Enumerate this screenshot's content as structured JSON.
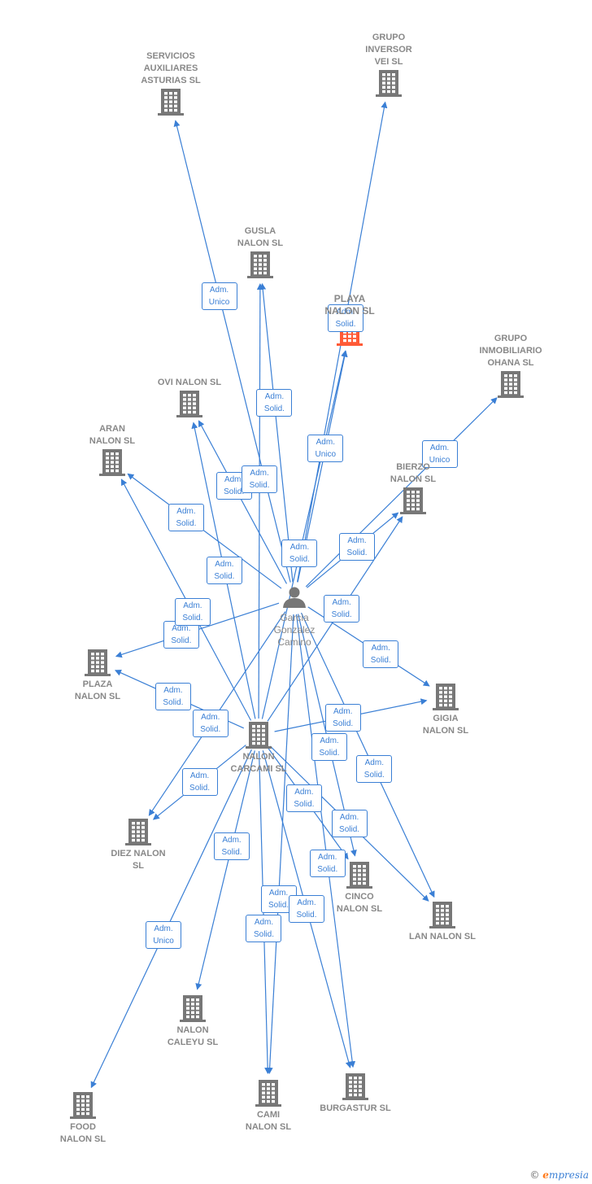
{
  "person": {
    "id": "garcia",
    "label": "Garcia\nGonzalez\nCamino"
  },
  "companies": [
    {
      "id": "servicios",
      "label": "SERVICIOS\nAUXILIARES\nASTURIAS  SL"
    },
    {
      "id": "grupo-inversor",
      "label": "GRUPO\nINVERSOR\nVEI  SL"
    },
    {
      "id": "gusla",
      "label": "GUSLA\nNALON  SL"
    },
    {
      "id": "playa",
      "label": "PLAYA\nNALON  SL",
      "highlight": true
    },
    {
      "id": "grupo-ohana",
      "label": "GRUPO\nINMOBILIARIO\nOHANA  SL"
    },
    {
      "id": "ovi",
      "label": "OVI NALON SL"
    },
    {
      "id": "aran",
      "label": "ARAN\nNALON  SL"
    },
    {
      "id": "bierzo",
      "label": "BIERZO\nNALON  SL"
    },
    {
      "id": "plaza",
      "label": "PLAZA\nNALON  SL"
    },
    {
      "id": "gigia",
      "label": "GIGIA\nNALON  SL"
    },
    {
      "id": "nalon-carcami",
      "label": "NALON\nCARCAMI SL"
    },
    {
      "id": "diez",
      "label": "DIEZ NALON\nSL"
    },
    {
      "id": "cinco",
      "label": "CINCO\nNALON  SL"
    },
    {
      "id": "lan",
      "label": "LAN NALON  SL"
    },
    {
      "id": "nalon-caleyu",
      "label": "NALON\nCALEYU SL"
    },
    {
      "id": "food",
      "label": "FOOD\nNALON  SL"
    },
    {
      "id": "cami",
      "label": "CAMI\nNALON  SL"
    },
    {
      "id": "burgastur",
      "label": "BURGASTUR SL"
    }
  ],
  "edges": [
    {
      "from": "garcia",
      "to": "servicios",
      "label": "Adm.\nUnico"
    },
    {
      "from": "garcia",
      "to": "grupo-inversor",
      "label": "Adm.\nSolid."
    },
    {
      "from": "garcia",
      "to": "gusla",
      "label": "Adm.\nSolid."
    },
    {
      "from": "garcia",
      "to": "playa",
      "label": "Adm.\nUnico"
    },
    {
      "from": "garcia",
      "to": "grupo-ohana",
      "label": "Adm.\nUnico"
    },
    {
      "from": "garcia",
      "to": "ovi",
      "label": "Adm.\nSolid."
    },
    {
      "from": "garcia",
      "to": "aran",
      "label": "Adm.\nSolid."
    },
    {
      "from": "garcia",
      "to": "bierzo",
      "label": "Adm.\nSolid."
    },
    {
      "from": "garcia",
      "to": "plaza",
      "label": "Adm.\nSolid."
    },
    {
      "from": "garcia",
      "to": "gigia",
      "label": "Adm.\nSolid."
    },
    {
      "from": "garcia",
      "to": "lan",
      "label": "Adm.\nSolid."
    },
    {
      "from": "garcia",
      "to": "cinco",
      "label": "Adm.\nSolid."
    },
    {
      "from": "garcia",
      "to": "burgastur",
      "label": "Adm.\nSolid."
    },
    {
      "from": "garcia",
      "to": "cami",
      "label": "Adm.\nSolid."
    },
    {
      "from": "garcia",
      "to": "diez",
      "label": "Adm.\nSolid."
    },
    {
      "from": "nalon-carcami",
      "to": "gusla",
      "label": "Adm.\nSolid."
    },
    {
      "from": "nalon-carcami",
      "to": "playa",
      "label": "Adm.\nSolid."
    },
    {
      "from": "nalon-carcami",
      "to": "ovi",
      "label": "Adm.\nSolid."
    },
    {
      "from": "nalon-carcami",
      "to": "aran",
      "label": "Adm.\nSolid."
    },
    {
      "from": "nalon-carcami",
      "to": "bierzo",
      "label": "Adm.\nSolid."
    },
    {
      "from": "nalon-carcami",
      "to": "plaza",
      "label": "Adm.\nSolid."
    },
    {
      "from": "nalon-carcami",
      "to": "gigia",
      "label": "Adm.\nSolid."
    },
    {
      "from": "nalon-carcami",
      "to": "diez",
      "label": "Adm.\nSolid."
    },
    {
      "from": "nalon-carcami",
      "to": "cinco",
      "label": "Adm.\nSolid."
    },
    {
      "from": "nalon-carcami",
      "to": "lan",
      "label": "Adm.\nSolid."
    },
    {
      "from": "nalon-carcami",
      "to": "nalon-caleyu",
      "label": "Adm.\nSolid."
    },
    {
      "from": "nalon-carcami",
      "to": "cami",
      "label": "Adm.\nSolid."
    },
    {
      "from": "nalon-carcami",
      "to": "burgastur",
      "label": "Adm.\nSolid."
    },
    {
      "from": "nalon-carcami",
      "to": "food",
      "label": "Adm.\nUnico"
    }
  ],
  "colors": {
    "edge": "#3a7fd5",
    "icon": "#777777",
    "highlight": "#ff5a36"
  },
  "brand": {
    "copyright": "©",
    "initial": "e",
    "name": "mpresia"
  }
}
